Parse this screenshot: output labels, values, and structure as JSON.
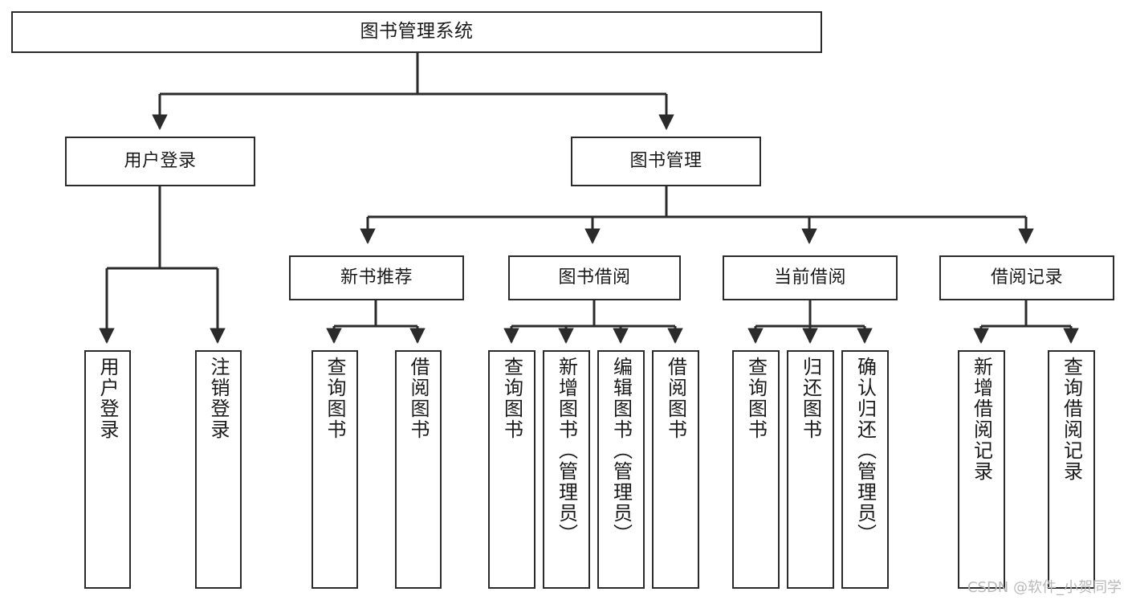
{
  "diagram": {
    "type": "tree-hierarchy",
    "title": "图书管理系统",
    "watermark": "CSDN @软件_小贺同学",
    "accent_color": "#2b2b2b",
    "background_color": "#ffffff",
    "nodes": {
      "root": {
        "label": "图书管理系统"
      },
      "level1": [
        {
          "id": "user-login",
          "label": "用户登录"
        },
        {
          "id": "book-manage",
          "label": "图书管理"
        }
      ],
      "level2": [
        {
          "id": "new-book-recommend",
          "label": "新书推荐"
        },
        {
          "id": "book-borrow",
          "label": "图书借阅"
        },
        {
          "id": "current-borrow",
          "label": "当前借阅"
        },
        {
          "id": "borrow-record",
          "label": "借阅记录"
        }
      ],
      "leaves": {
        "user_login": [
          {
            "id": "leaf-user-login",
            "label": "用户登录"
          },
          {
            "id": "leaf-logout-login",
            "label": "注销登录"
          }
        ],
        "new_book_recommend": [
          {
            "id": "leaf-query-book-1",
            "label": "查询图书"
          },
          {
            "id": "leaf-borrow-book-1",
            "label": "借阅图书"
          }
        ],
        "book_borrow": [
          {
            "id": "leaf-query-book-2",
            "label": "查询图书"
          },
          {
            "id": "leaf-add-book",
            "label": "新增图书（管理员）"
          },
          {
            "id": "leaf-edit-book",
            "label": "编辑图书（管理员）"
          },
          {
            "id": "leaf-borrow-book-2",
            "label": "借阅图书"
          }
        ],
        "current_borrow": [
          {
            "id": "leaf-query-book-3",
            "label": "查询图书"
          },
          {
            "id": "leaf-return-book",
            "label": "归还图书"
          },
          {
            "id": "leaf-confirm-return",
            "label": "确认归还（管理员）"
          }
        ],
        "borrow_record": [
          {
            "id": "leaf-add-record",
            "label": "新增借阅记录"
          },
          {
            "id": "leaf-query-record",
            "label": "查询借阅记录"
          }
        ]
      }
    }
  }
}
